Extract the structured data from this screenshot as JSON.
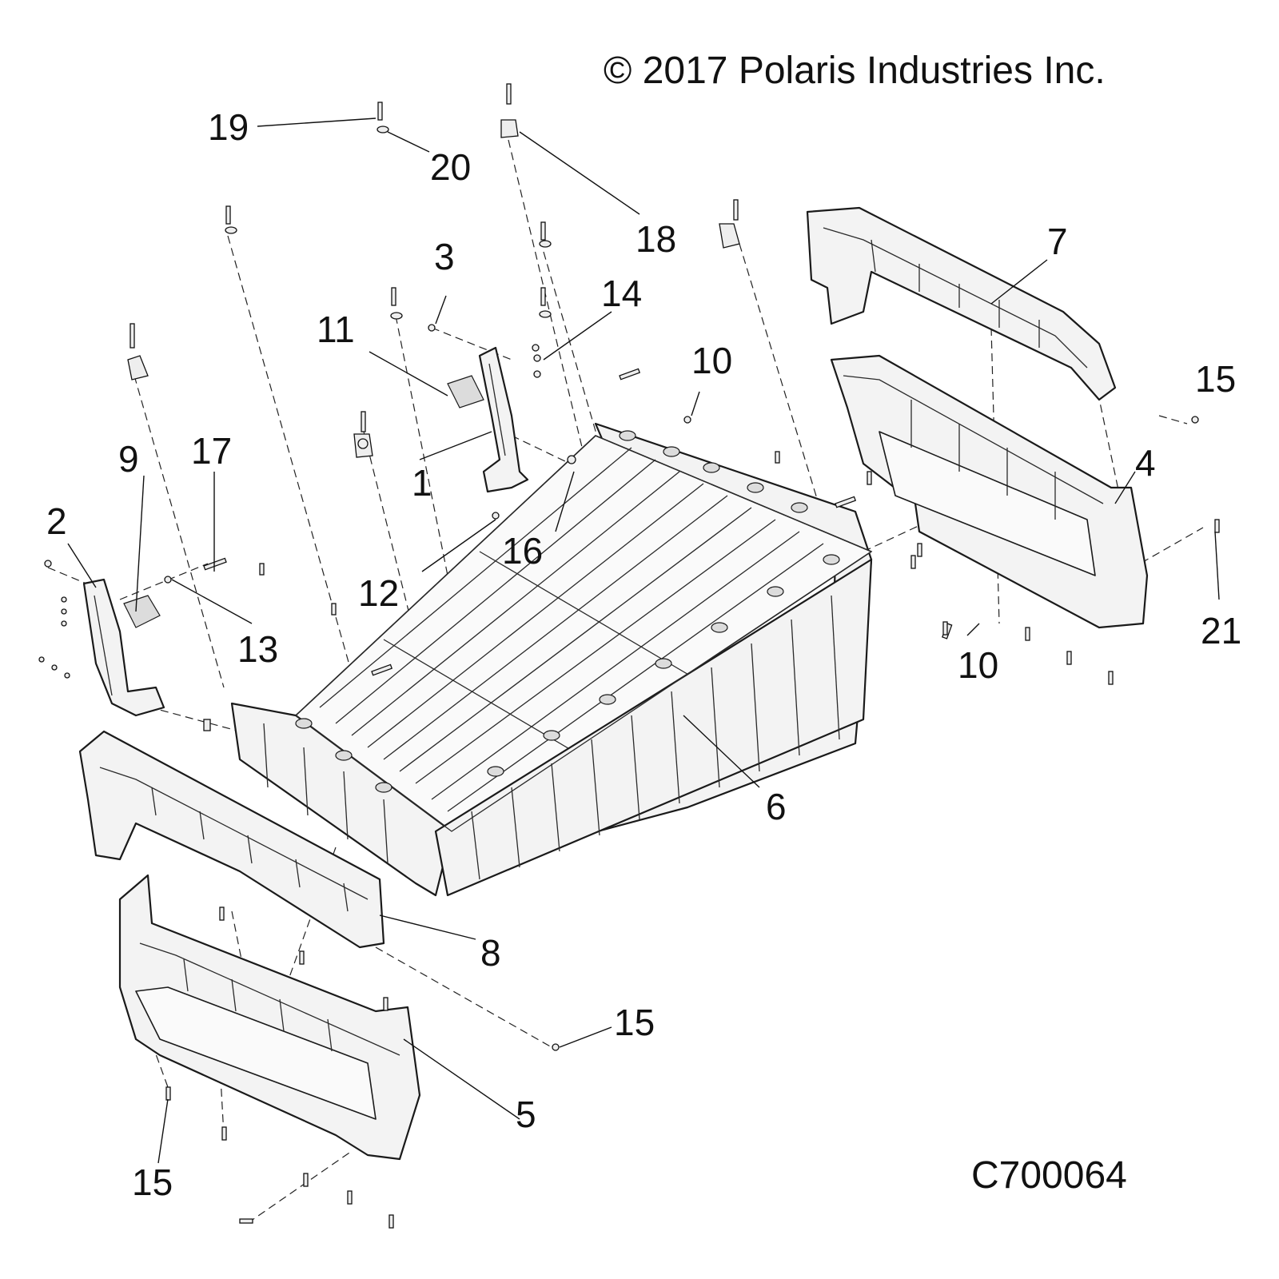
{
  "copyright": "© 2017 Polaris Industries Inc.",
  "diagram_code": "C700064",
  "callouts": [
    "19",
    "20",
    "18",
    "3",
    "14",
    "11",
    "7",
    "10",
    "15",
    "9",
    "17",
    "1",
    "4",
    "2",
    "16",
    "12",
    "13",
    "21",
    "10",
    "6",
    "8",
    "15",
    "5",
    "15"
  ]
}
